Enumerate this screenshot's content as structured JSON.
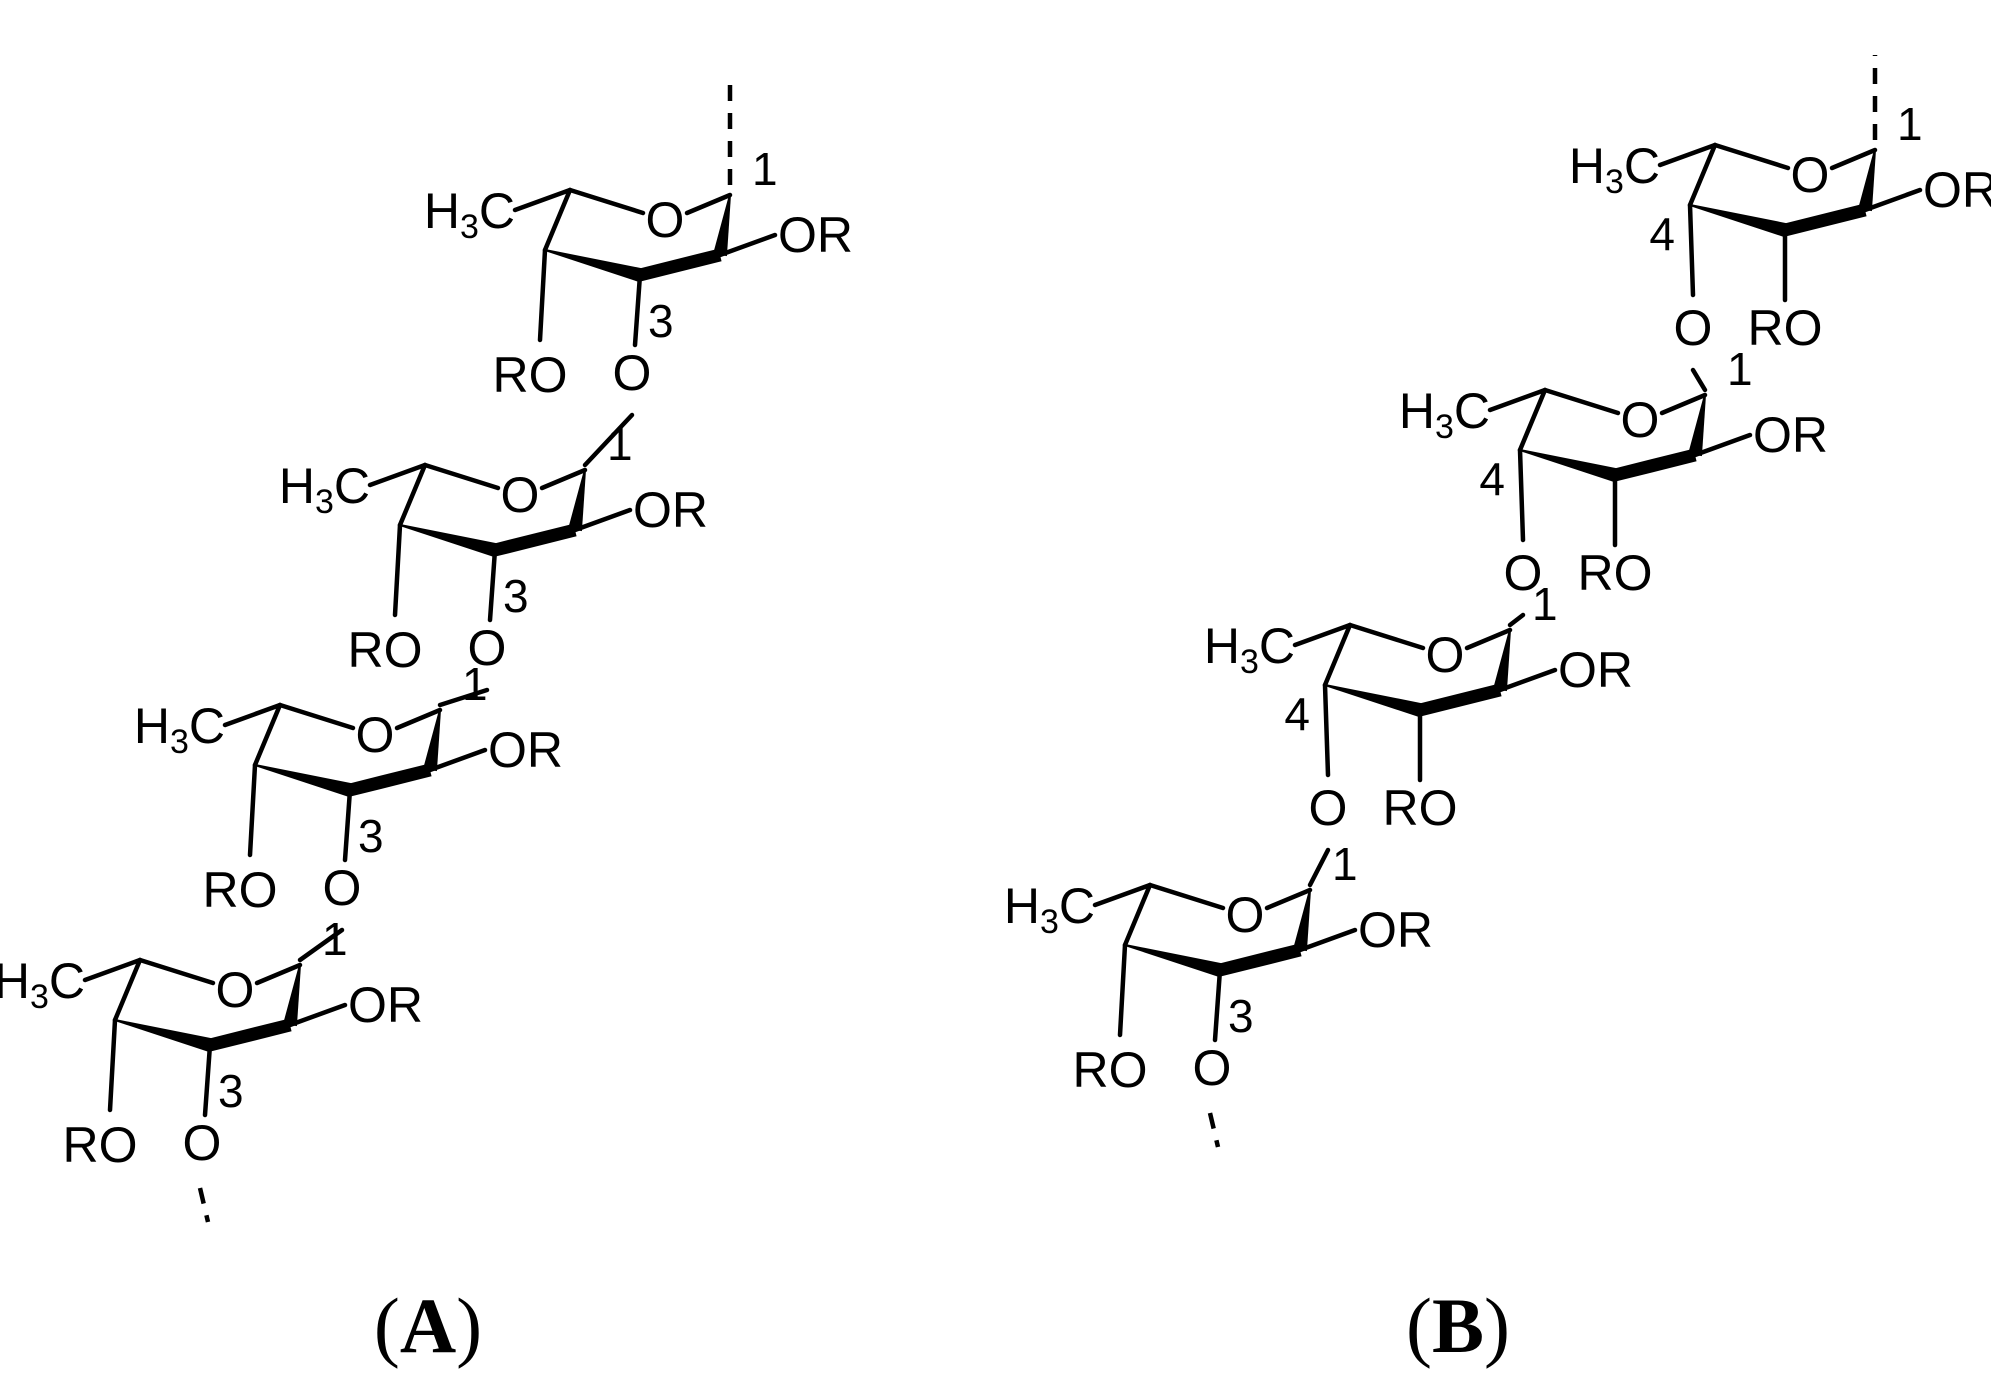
{
  "labels": {
    "oxygen": "O",
    "or_group": "OR",
    "ro_group": "RO",
    "methyl_base": "H",
    "methyl_sub": "3",
    "methyl_tail": "C",
    "anomeric_carbon": "1",
    "position_3": "3",
    "position_4": "4"
  },
  "panels": [
    {
      "caption_open": "(",
      "caption_letter": "A",
      "caption_close": ")",
      "linkage": "1→3"
    },
    {
      "caption_open": "(",
      "caption_letter": "B",
      "caption_close": ")",
      "linkage": "1→4"
    }
  ]
}
